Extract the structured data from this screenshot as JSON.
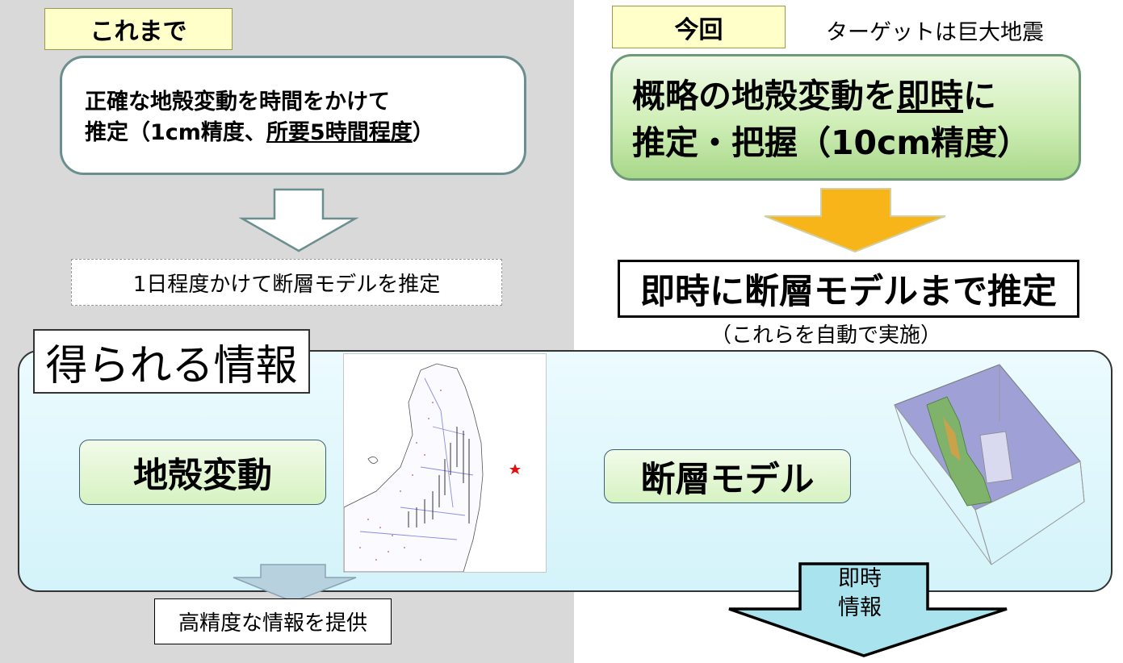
{
  "before": {
    "tag": "これまで",
    "box_line1": "正確な地殻変動を時間をかけて",
    "box_line2_prefix": "推定（1cm精度、",
    "box_line2_underlined": "所要5時間程度",
    "box_line2_suffix": "）",
    "fault_model_label": "1日程度かけて断層モデルを推定",
    "provide_label": "高精度な情報を提供"
  },
  "now": {
    "tag": "今回",
    "target_text": "ターゲットは巨大地震",
    "box_line1_prefix": "概略の地殻変動を",
    "box_line1_underlined": "即時",
    "box_line1_suffix": "に",
    "box_line2": "推定・把握（10cm精度）",
    "fault_model_label": "即時に断層モデルまで推定",
    "auto_note": "（これらを自動で実施）",
    "instant_info_line1": "即時",
    "instant_info_line2": "情報"
  },
  "info": {
    "title": "得られる情報",
    "crust_label": "地殻変動",
    "fault_label": "断層モデル"
  },
  "colors": {
    "left_panel_bg": "#d9d9d9",
    "tag_bg": "#ffffc9",
    "now_box_green": "#cfeeb6",
    "info_band_bg": "#d3f3fa",
    "orange_arrow": "#f7b519",
    "instant_arrow": "#a9e3ee",
    "epicenter_star": "#e31010"
  }
}
